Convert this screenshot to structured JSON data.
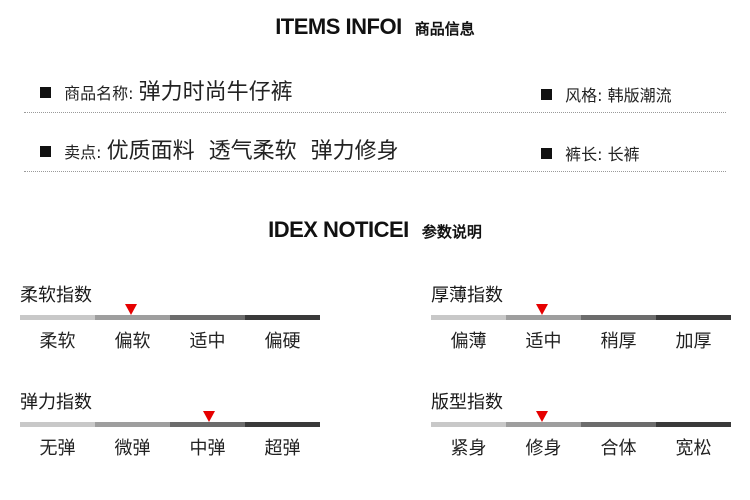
{
  "info_section": {
    "title_en": "ITEMS INFOI",
    "title_zh": "商品信息",
    "rows": [
      {
        "left_label": "商品名称:",
        "left_value": "弹力时尚牛仔裤",
        "right_label": "风格:",
        "right_value": "韩版潮流"
      },
      {
        "left_label": "卖点:",
        "left_value": "优质面料  透气柔软  弹力修身",
        "right_label": "裤长:",
        "right_value": "长裤"
      }
    ]
  },
  "params_section": {
    "title_en": "IDEX NOTICEI",
    "title_zh": "参数说明",
    "scales": [
      {
        "title": "柔软指数",
        "options": [
          "柔软",
          "偏软",
          "适中",
          "偏硬"
        ],
        "marker_fraction": 0.37
      },
      {
        "title": "厚薄指数",
        "options": [
          "偏薄",
          "适中",
          "稍厚",
          "加厚"
        ],
        "marker_fraction": 0.37
      },
      {
        "title": "弹力指数",
        "options": [
          "无弹",
          "微弹",
          "中弹",
          "超弹"
        ],
        "marker_fraction": 0.63
      },
      {
        "title": "版型指数",
        "options": [
          "紧身",
          "修身",
          "合体",
          "宽松"
        ],
        "marker_fraction": 0.37
      }
    ],
    "marker_color": "#e60000"
  }
}
